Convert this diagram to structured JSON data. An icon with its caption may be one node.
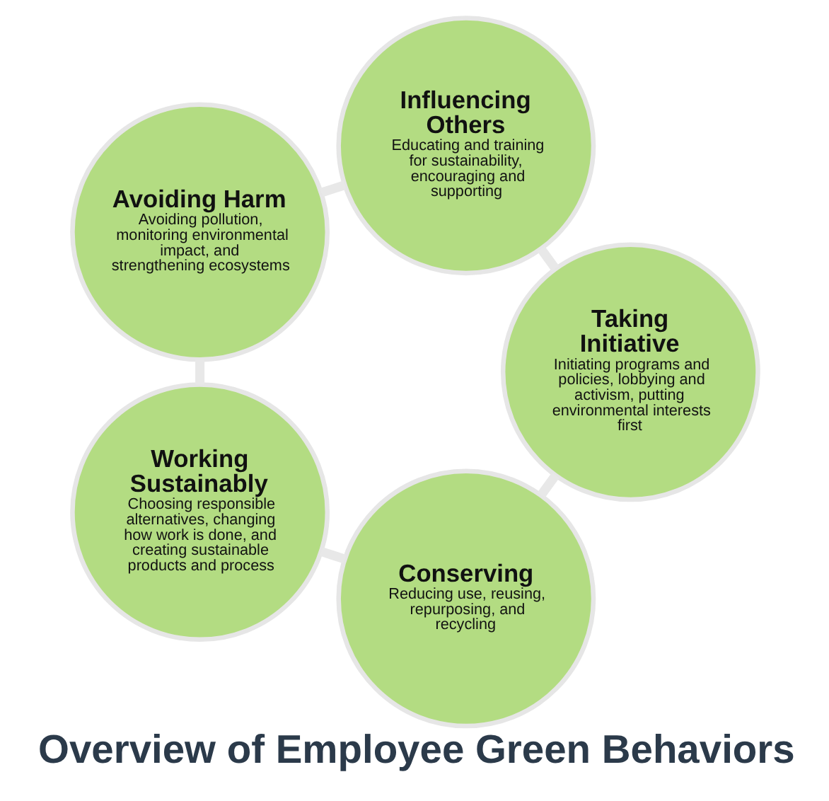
{
  "diagram": {
    "title": "Overview of Employee Green Behaviors",
    "nodes": [
      {
        "text": [
          "Conserving",
          "Reducing use, reusing, repurposing, and recycling"
        ]
      },
      {
        "text": [
          "Taking Initiative",
          "Initiating programs and policies, lobbying and activism, putting environmental interests first"
        ]
      },
      {
        "text": [
          "Working Sustainably",
          "Choosing responsible alternatives, changing how work is done, and creating sustainable products and process"
        ]
      },
      {
        "text": [
          "Influencing Others",
          "Educating and training for sustainability, encouraging and supporting"
        ]
      },
      {
        "text": [
          "Avoiding Harm",
          "Avoiding pollution, monitoring environmental impact, and strengthening ecosystems"
        ]
      }
    ],
    "edges": [
      {
        "from": 0,
        "to": 2,
        "arrow": "none"
      },
      {
        "from": 2,
        "to": 4,
        "arrow": "none"
      },
      {
        "from": 4,
        "to": 3,
        "arrow": "none"
      },
      {
        "from": 3,
        "to": 1,
        "arrow": "none"
      },
      {
        "from": 1,
        "to": 0,
        "arrow": "none"
      }
    ]
  }
}
